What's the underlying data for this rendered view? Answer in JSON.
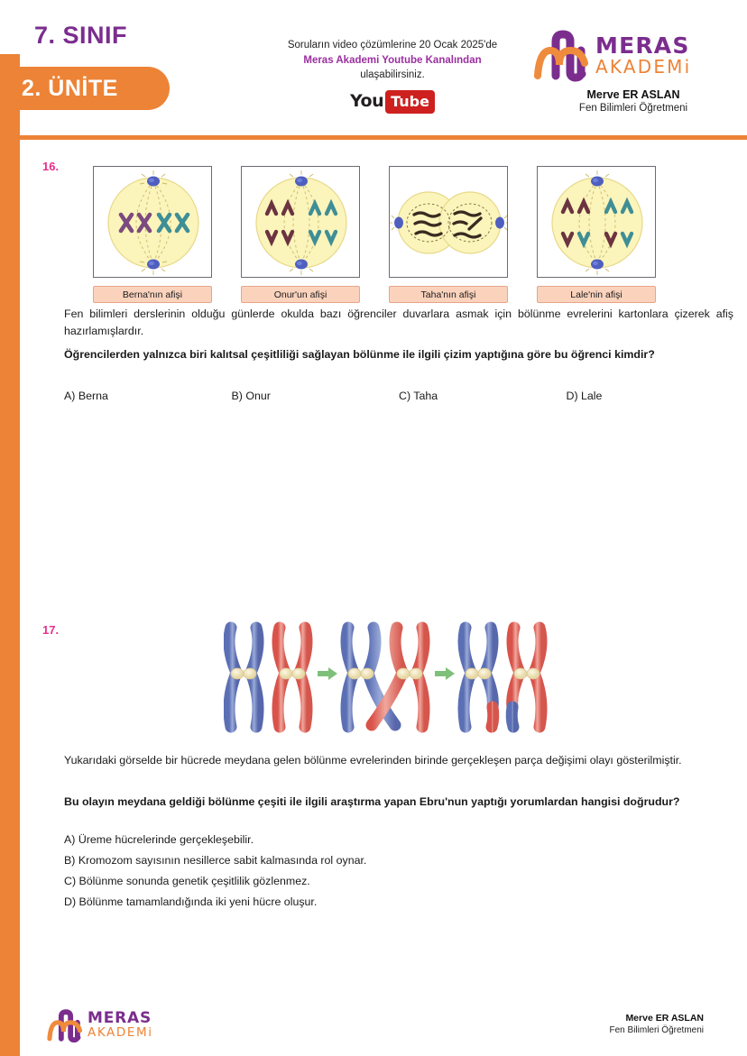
{
  "header": {
    "class_title": "7. SINIF",
    "unit_badge": "2. ÜNİTE",
    "promo_line1": "Soruların video çözümlerine 20 Ocak 2025'de",
    "promo_line2": "Meras Akademi Youtube Kanalından",
    "promo_line3": "ulaşabilirsiniz.",
    "youtube_you": "You",
    "youtube_tube": "Tube",
    "brand_meras": "MERAS",
    "brand_akademi": "AKADEMi",
    "teacher_name": "Merve ER ASLAN",
    "teacher_role": "Fen Bilimleri Öğretmeni",
    "accent_orange": "#ed8336",
    "accent_purple": "#7b2d8e",
    "accent_magenta": "#e6308a"
  },
  "questions": [
    {
      "number": "16.",
      "posters": [
        {
          "caption": "Berna'nın afişi",
          "phase": "metaphase",
          "chromosomes": [
            {
              "shape": "X",
              "color": "#7b4a7e"
            },
            {
              "shape": "X",
              "color": "#7b4a7e"
            },
            {
              "shape": "X",
              "color": "#3f8e96"
            },
            {
              "shape": "X",
              "color": "#3f8e96"
            }
          ]
        },
        {
          "caption": "Onur'un afişi",
          "phase": "anaphase-sorted",
          "top_row": [
            "#6b3340",
            "#6b3340",
            "#3f8e96",
            "#3f8e96"
          ],
          "bottom_row": [
            "#6b3340",
            "#6b3340",
            "#3f8e96",
            "#3f8e96"
          ]
        },
        {
          "caption": "Taha'nın afişi",
          "phase": "telophase-cytokinesis",
          "left_nucleus_strands": 3,
          "right_nucleus_strands": 4
        },
        {
          "caption": "Lale'nin afişi",
          "phase": "anaphase-mixed",
          "top_row": [
            "#6b3340",
            "#6b3340",
            "#3f8e96",
            "#3f8e96"
          ],
          "bottom_row": [
            "#6b3340",
            "#3f8e96",
            "#6b3340",
            "#3f8e96"
          ]
        }
      ],
      "stem_para": "Fen bilimleri derslerinin olduğu günlerde okulda bazı öğrenciler duvarlara asmak için bölünme evrelerini kartonlara çizerek afiş hazırlamışlardır.",
      "prompt": "Öğrencilerden yalnızca biri kalıtsal çeşitliliği sağlayan bölünme ile ilgili çizim yaptığına göre bu öğrenci kimdir?",
      "options": [
        "A) Berna",
        "B) Onur",
        "C) Taha",
        "D) Lale"
      ]
    },
    {
      "number": "17.",
      "figure": {
        "description": "crossing-over",
        "stages": [
          "homolog pair",
          "chiasma / crossing over",
          "recombinant chromosomes"
        ],
        "blue": "#6d85c4",
        "red": "#e4675d",
        "centromere": "#f5eccd",
        "arrow_color": "#7ec07a"
      },
      "stem_para": "Yukarıdaki görselde bir hücrede meydana gelen bölünme evrelerinden birinde gerçekleşen parça değişimi olayı gösterilmiştir.",
      "prompt": "Bu olayın meydana geldiği bölünme çeşiti ile ilgili araştırma yapan Ebru'nun yaptığı yorumlardan hangisi doğrudur?",
      "options": [
        "A) Üreme hücrelerinde gerçekleşebilir.",
        "B) Kromozom sayısının nesillerce sabit kalmasında rol oynar.",
        "C) Bölünme sonunda genetik çeşitlilik gözlenmez.",
        "D) Bölünme tamamlandığında iki yeni hücre oluşur."
      ]
    }
  ],
  "footer": {
    "brand_meras": "MERAS",
    "brand_akademi": "AKADEMi",
    "teacher_name": "Merve ER ASLAN",
    "teacher_role": "Fen Bilimleri Öğretmeni"
  }
}
